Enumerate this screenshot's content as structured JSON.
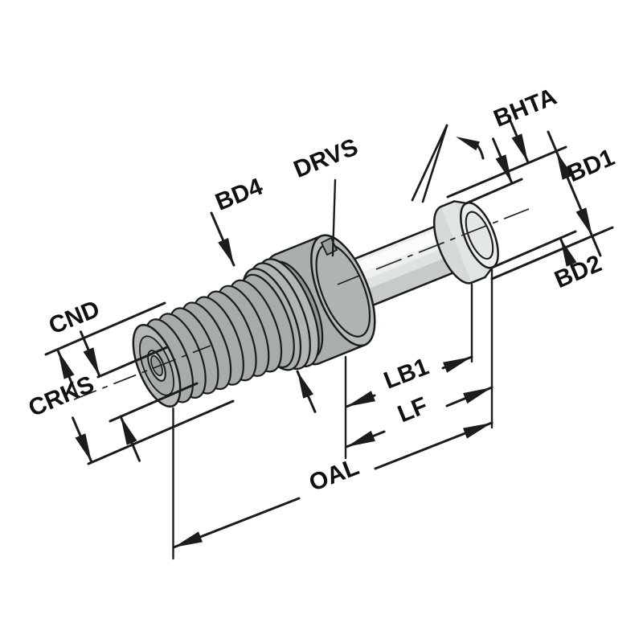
{
  "diagram": {
    "kind": "technical-drawing",
    "subject": "pull stud retention knob dimension diagram",
    "background": "#ffffff",
    "ink_color": "#1c1c1c",
    "labels": {
      "bhta": "BHTA",
      "bd1": "BD1",
      "bd2": "BD2",
      "bd4": "BD4",
      "drvs": "DRVS",
      "cnd": "CND",
      "crks": "CRKS",
      "lb1": "LB1",
      "lf": "LF",
      "oal": "OAL"
    }
  }
}
